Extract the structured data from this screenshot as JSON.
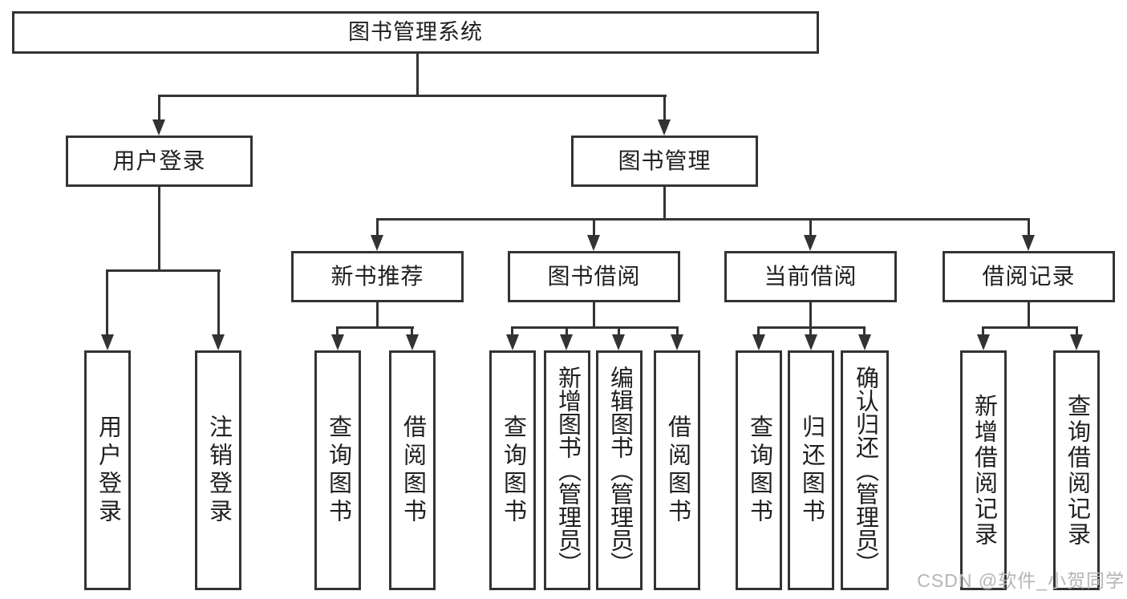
{
  "colors": {
    "line": "#333333",
    "text": "#1f1f1f",
    "background": "#ffffff",
    "watermark": "#b5b5b5"
  },
  "watermark": {
    "text": "CSDN @软件_小贺同学"
  },
  "tree": {
    "label": "图书管理系统",
    "children": [
      {
        "label": "用户登录",
        "children": [
          {
            "label": "用户登录"
          },
          {
            "label": "注销登录"
          }
        ]
      },
      {
        "label": "图书管理",
        "children": [
          {
            "label": "新书推荐",
            "children": [
              {
                "label": "查询图书"
              },
              {
                "label": "借阅图书"
              }
            ]
          },
          {
            "label": "图书借阅",
            "children": [
              {
                "label": "查询图书"
              },
              {
                "label": "新增图书（管理员）"
              },
              {
                "label": "编辑图书（管理员）"
              },
              {
                "label": "借阅图书"
              }
            ]
          },
          {
            "label": "当前借阅",
            "children": [
              {
                "label": "查询图书"
              },
              {
                "label": "归还图书"
              },
              {
                "label": "确认归还（管理员）"
              }
            ]
          },
          {
            "label": "借阅记录",
            "children": [
              {
                "label": "新增借阅记录"
              },
              {
                "label": "查询借阅记录"
              }
            ]
          }
        ]
      }
    ]
  }
}
